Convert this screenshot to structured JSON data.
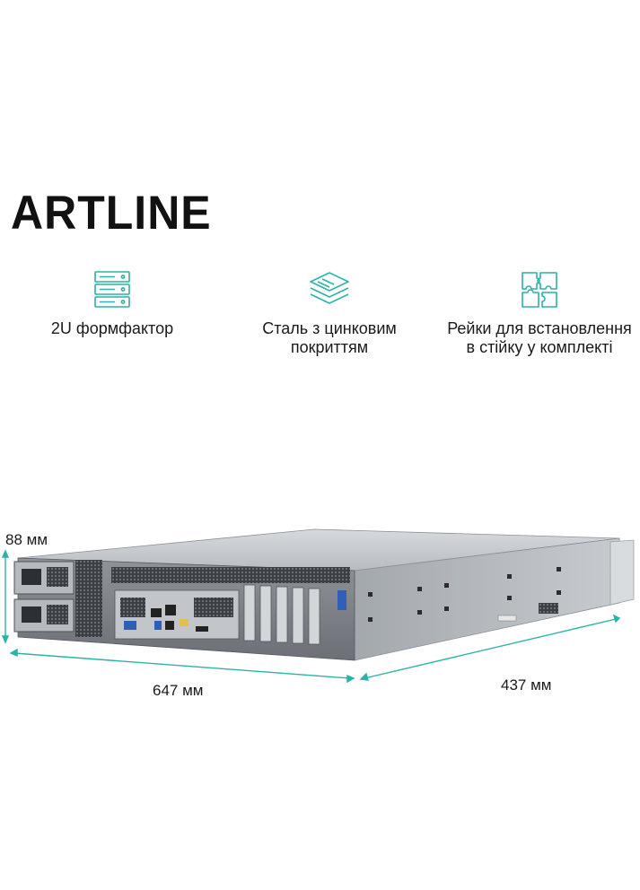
{
  "brand": {
    "logo_text": "ARTLINE"
  },
  "features": [
    {
      "icon": "server-rack-icon",
      "label": "2U формфактор"
    },
    {
      "icon": "layers-stack-icon",
      "label": "Сталь з цинковим покриттям"
    },
    {
      "icon": "puzzle-pieces-icon",
      "label": "Рейки для встановлення в стійку у комплекті"
    }
  ],
  "dimensions": {
    "height": "88 мм",
    "width": "647 мм",
    "depth": "437 мм"
  },
  "colors": {
    "accent": "#2bb3a6",
    "chassis": "#9da2a8",
    "chassis_dark": "#55595e"
  }
}
